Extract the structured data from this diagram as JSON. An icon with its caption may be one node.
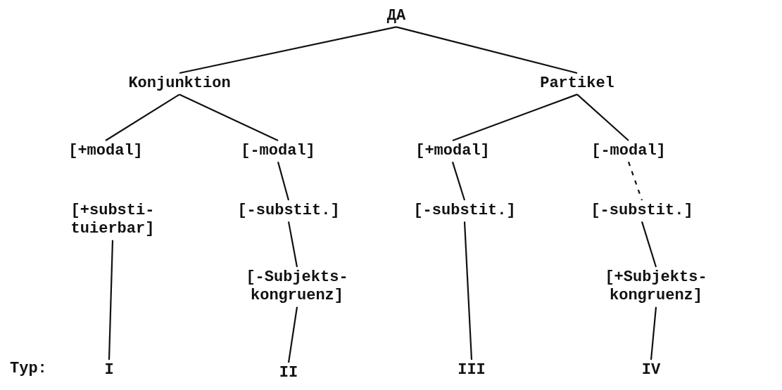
{
  "diagram": {
    "nodes": [
      {
        "text": [
          "ДА"
        ]
      },
      {
        "text": [
          "Konjunktion"
        ]
      },
      {
        "text": [
          "Partikel"
        ]
      },
      {
        "text": [
          "[+modal]"
        ]
      },
      {
        "text": [
          "[-modal]"
        ]
      },
      {
        "text": [
          "[+modal]"
        ]
      },
      {
        "text": [
          "[-modal]"
        ]
      },
      {
        "text": [
          "[+substi- tuierbar]"
        ]
      },
      {
        "text": [
          "[-substit.]"
        ]
      },
      {
        "text": [
          "[-substit.]"
        ]
      },
      {
        "text": [
          "[-substit.]"
        ]
      },
      {
        "text": [
          "[-Subjekts- kongruenz]"
        ]
      },
      {
        "text": [
          "[+Subjekts- kongruenz]"
        ]
      },
      {
        "text": [
          "I"
        ]
      },
      {
        "text": [
          "II"
        ]
      },
      {
        "text": [
          "III"
        ]
      },
      {
        "text": [
          "IV"
        ]
      }
    ],
    "edges": [
      {
        "from": 0,
        "to": 1,
        "arrow": "none"
      },
      {
        "from": 0,
        "to": 2,
        "arrow": "none"
      },
      {
        "from": 1,
        "to": 3,
        "arrow": "none"
      },
      {
        "from": 1,
        "to": 4,
        "arrow": "none"
      },
      {
        "from": 2,
        "to": 5,
        "arrow": "none"
      },
      {
        "from": 2,
        "to": 6,
        "arrow": "none"
      },
      {
        "from": 7,
        "to": 13,
        "arrow": "none"
      },
      {
        "from": 4,
        "to": 8,
        "arrow": "none"
      },
      {
        "from": 8,
        "to": 11,
        "arrow": "none"
      },
      {
        "from": 11,
        "to": 14,
        "arrow": "none"
      },
      {
        "from": 5,
        "to": 9,
        "arrow": "none"
      },
      {
        "from": 9,
        "to": 15,
        "arrow": "none"
      },
      {
        "from": 6,
        "to": 10,
        "arrow": "none",
        "style": "dashed"
      },
      {
        "from": 10,
        "to": 12,
        "arrow": "none"
      },
      {
        "from": 12,
        "to": 16,
        "arrow": "none"
      }
    ],
    "labels": [
      "Typ:"
    ]
  }
}
